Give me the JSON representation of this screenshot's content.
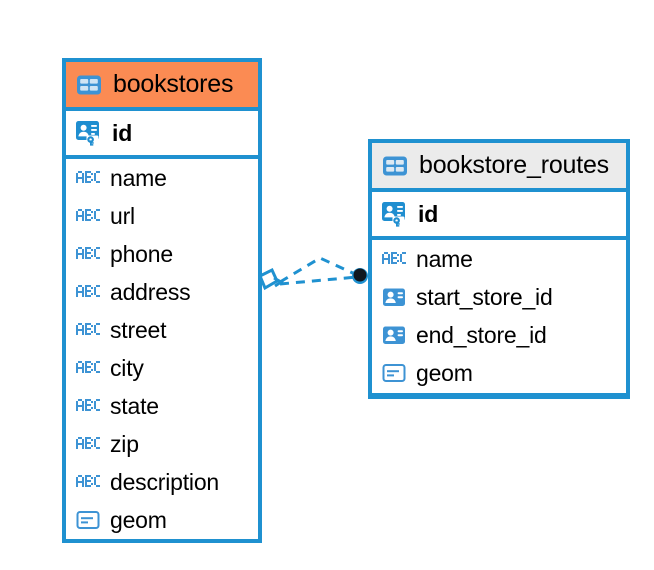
{
  "diagram": {
    "type": "entity-relationship-diagram",
    "background": "#ffffff",
    "colors": {
      "accent_blue": "#1f91d0",
      "header_orange": "#fb8b53",
      "header_gray": "#ebebeb",
      "text": "#000000",
      "endpoint_dark": "#101820"
    },
    "entities": [
      {
        "id": "bookstores",
        "name": "bookstores",
        "header_color": "#fb8b53",
        "header_icon": "table-icon",
        "selected": true,
        "fields": [
          {
            "name": "id",
            "icon": "primary-key-icon",
            "type": "pk"
          },
          {
            "name": "name",
            "icon": "abc-text-icon",
            "type": "text"
          },
          {
            "name": "url",
            "icon": "abc-text-icon",
            "type": "text"
          },
          {
            "name": "phone",
            "icon": "abc-text-icon",
            "type": "text"
          },
          {
            "name": "address",
            "icon": "abc-text-icon",
            "type": "text"
          },
          {
            "name": "street",
            "icon": "abc-text-icon",
            "type": "text"
          },
          {
            "name": "city",
            "icon": "abc-text-icon",
            "type": "text"
          },
          {
            "name": "state",
            "icon": "abc-text-icon",
            "type": "text"
          },
          {
            "name": "zip",
            "icon": "abc-text-icon",
            "type": "text"
          },
          {
            "name": "description",
            "icon": "abc-text-icon",
            "type": "text"
          },
          {
            "name": "geom",
            "icon": "geometry-icon",
            "type": "geometry"
          }
        ]
      },
      {
        "id": "bookstore_routes",
        "name": "bookstore_routes",
        "header_color": "#ebebeb",
        "header_icon": "table-icon",
        "selected": false,
        "fields": [
          {
            "name": "id",
            "icon": "primary-key-icon",
            "type": "pk"
          },
          {
            "name": "name",
            "icon": "abc-text-icon",
            "type": "text"
          },
          {
            "name": "start_store_id",
            "icon": "foreign-key-icon",
            "type": "fk"
          },
          {
            "name": "end_store_id",
            "icon": "foreign-key-icon",
            "type": "fk"
          },
          {
            "name": "geom",
            "icon": "geometry-icon",
            "type": "geometry"
          }
        ]
      }
    ],
    "relationship": {
      "name": "bookstores-to-bookstore-routes-relationship",
      "style": "dashed",
      "source_marker": "diamond-one-marker",
      "target_marker": "filled-circle-many-marker",
      "line_color": "#1f91d0"
    }
  }
}
